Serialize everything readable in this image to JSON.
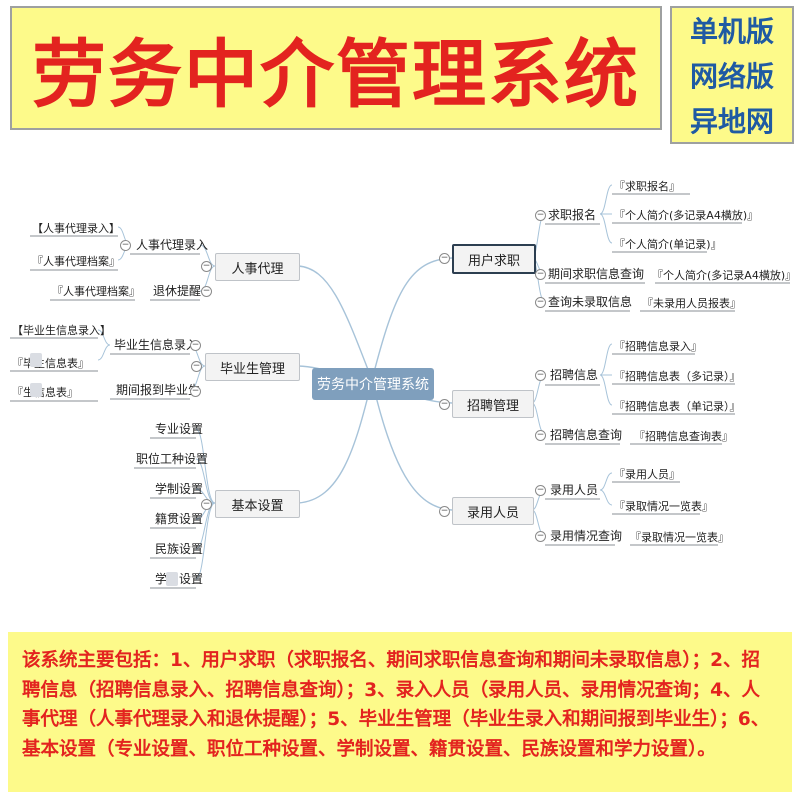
{
  "banner": {
    "title": "劳务中介管理系统",
    "editions": [
      "单机版",
      "网络版",
      "异地网"
    ]
  },
  "mindmap": {
    "center": "劳务中介管理系统",
    "branches": {
      "user_job": {
        "label": "用户求职",
        "sub": {
          "job_apply": "求职报名",
          "period_query": "期间求职信息查询",
          "unhired_query": "查询未录取信息"
        },
        "reports": {
          "apply_report": "『求职报名』",
          "resume_multi": "『个人简介(多记录A4横放)』",
          "resume_single": "『个人简介(单记录)』",
          "period_resume": "『个人简介(多记录A4横放)』",
          "unhired_report": "『未录用人员报表』"
        }
      },
      "recruit": {
        "label": "招聘管理",
        "sub": {
          "recruit_info": "招聘信息",
          "recruit_query": "招聘信息查询"
        },
        "reports": {
          "recruit_entry": "『招聘信息录入』",
          "recruit_table_multi": "『招聘信息表（多记录）』",
          "recruit_table_single": "『招聘信息表（单记录）』",
          "recruit_query_table": "『招聘信息查询表』"
        }
      },
      "hired": {
        "label": "录用人员",
        "sub": {
          "hired_person": "录用人员",
          "hired_status_query": "录用情况查询"
        },
        "reports": {
          "hired_person_report": "『录用人员』",
          "hired_overview": "『录取情况一览表』",
          "status_overview": "『录取情况一览表』"
        }
      },
      "personnel": {
        "label": "人事代理",
        "sub": {
          "agent_entry": "人事代理录入",
          "retire_remind": "退休提醒"
        },
        "reports": {
          "agent_entry_report": "【人事代理录入】",
          "agent_archive": "『人事代理档案』",
          "agent_archive2": "『人事代理档案』"
        }
      },
      "graduate": {
        "label": "毕业生管理",
        "sub": {
          "grad_entry_a": "毕业",
          "grad_entry_b": "生信息录入",
          "grad_report_in": "期间报到毕业生"
        },
        "reports": {
          "grad_entry_report": "【毕业生信息录入】",
          "grad_table_a_1": "『毕",
          "grad_table_a_2": "生信息表』",
          "grad_table_b_1": "『",
          "grad_table_b_2": "生信息表』"
        }
      },
      "basic": {
        "label": "基本设置",
        "sub": {
          "major": "专业设置",
          "job_type": "职位工种设置",
          "education": "学制设置",
          "native": "籍贯设置",
          "ethnic": "民族设置",
          "degree_a": "学",
          "degree_b": "设置"
        }
      }
    }
  },
  "description": {
    "text": "该系统主要包括：1、用户求职（求职报名、期间求职信息查询和期间未录取信息）；2、招聘信息（招聘信息录入、招聘信息查询）；3、录入人员（录用人员、录用情况查询；4、人事代理（人事代理录入和退休提醒）；5、毕业生管理（毕业生录入和期间报到毕业生）；6、基本设置（专业设置、职位工种设置、学制设置、籍贯设置、民族设置和学力设置）。"
  },
  "colors": {
    "banner_bg": "#fdfa8a",
    "title_red": "#e3231f",
    "edition_blue": "#1f5aa3",
    "center_node": "#7f9fbd",
    "connector": "#a7c3d9"
  }
}
